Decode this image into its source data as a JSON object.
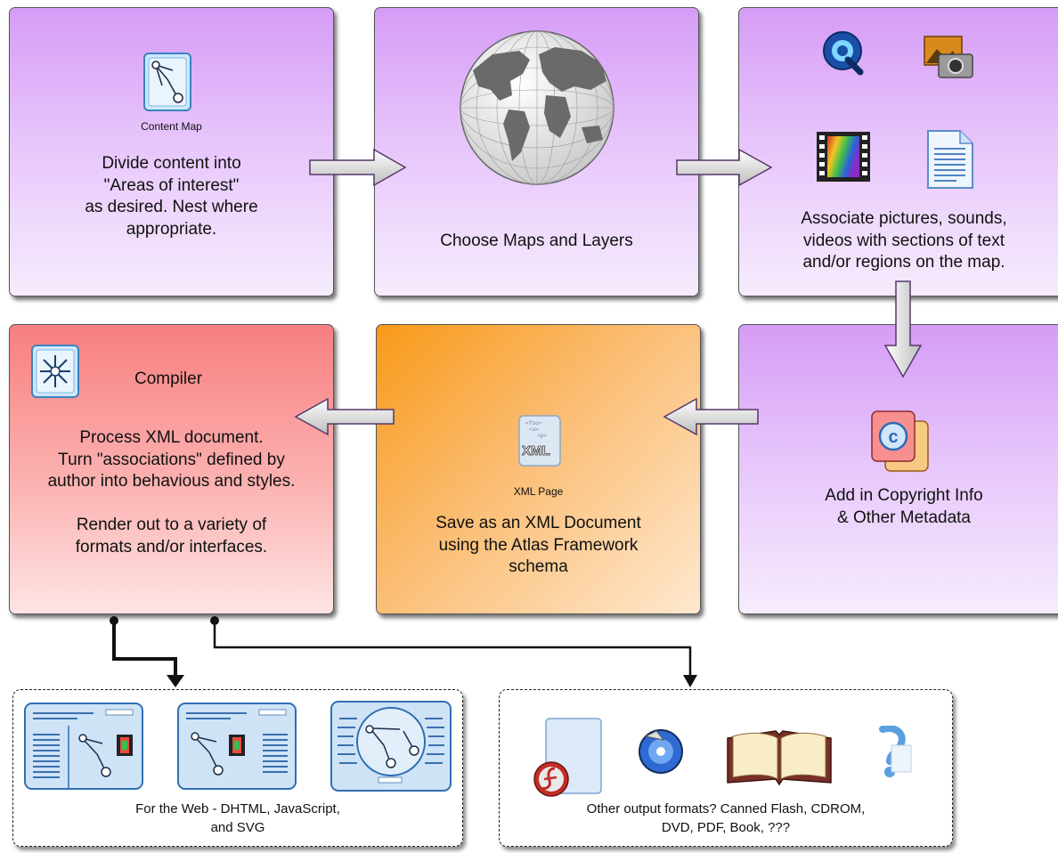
{
  "boxes": {
    "content_map": {
      "caption": "Content Map",
      "lines": [
        "Divide content into",
        "\"Areas of interest\"",
        "as desired. Nest where",
        "appropriate."
      ]
    },
    "maps_layers": {
      "lines": [
        "Choose Maps and Layers"
      ]
    },
    "associate": {
      "lines": [
        "Associate pictures, sounds,",
        "videos with sections of text",
        "and/or regions on the map."
      ]
    },
    "copyright": {
      "lines": [
        "Add in Copyright Info",
        "& Other Metadata"
      ]
    },
    "xml_page": {
      "caption": "XML Page",
      "lines": [
        "Save as an XML Document",
        "using the Atlas Framework",
        "schema"
      ]
    },
    "compiler": {
      "title": "Compiler",
      "lines": [
        "Process XML document.",
        "Turn \"associations\" defined by",
        "author into behavious and styles.",
        "",
        "Render out to a variety of",
        "formats and/or interfaces."
      ]
    }
  },
  "outputs": {
    "web": {
      "lines": [
        "For the Web - DHTML, JavaScript,",
        "and SVG"
      ]
    },
    "other": {
      "lines": [
        "Other output formats? Canned Flash, CDROM,",
        "DVD, PDF, Book, ???"
      ]
    }
  },
  "colors": {
    "purple": "#d69cf6",
    "red": "#f87f80",
    "orange": "#f89a19"
  }
}
